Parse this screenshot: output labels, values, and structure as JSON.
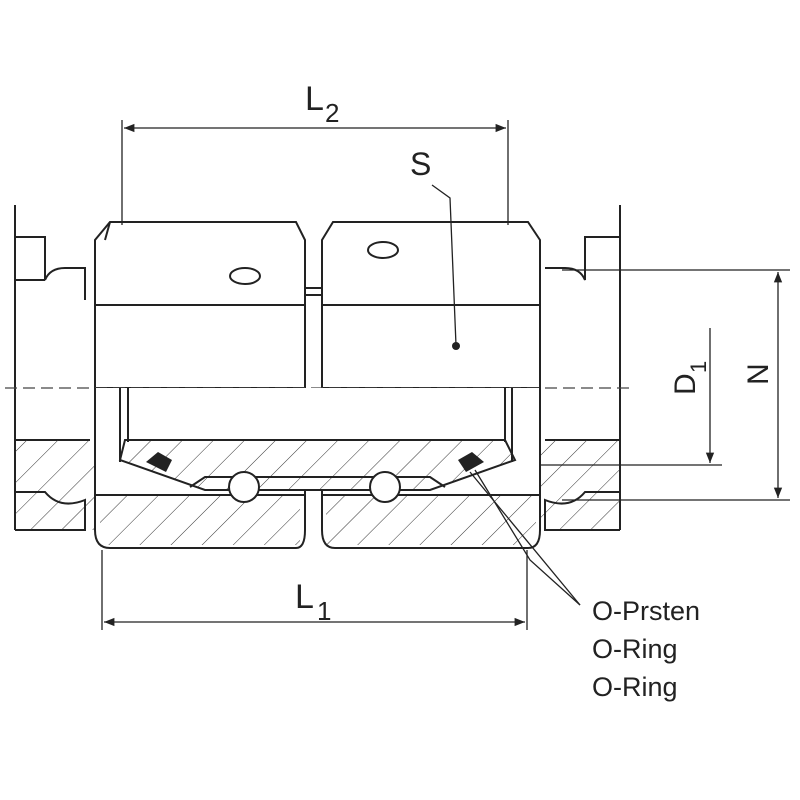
{
  "labels": {
    "L2": {
      "main": "L",
      "sub": "2"
    },
    "L1": {
      "main": "L",
      "sub": "1"
    },
    "D1": {
      "main": "D",
      "sub": "1"
    },
    "S": "S",
    "N": "N"
  },
  "callout": [
    "O-Prsten",
    "O-Ring",
    "O-Ring"
  ],
  "colors": {
    "line": "#222222",
    "background": "#ffffff"
  }
}
